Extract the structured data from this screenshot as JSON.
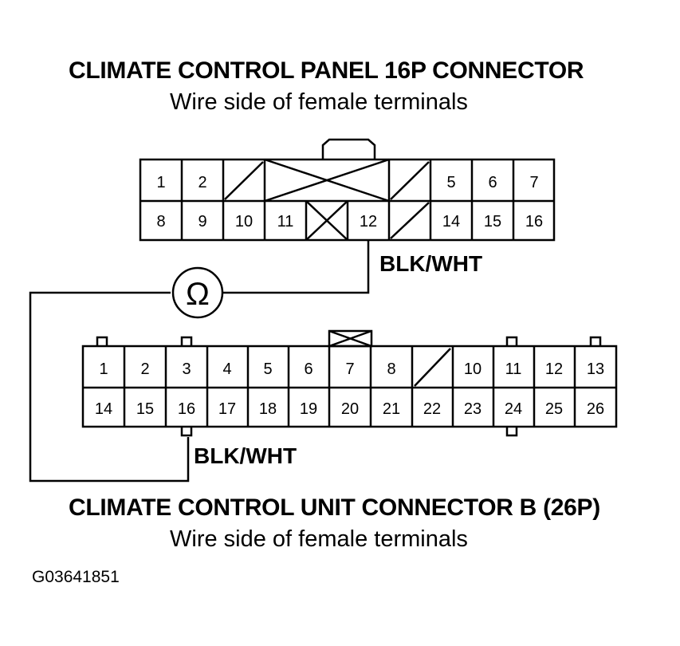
{
  "connector_16p": {
    "title": "CLIMATE CONTROL PANEL 16P CONNECTOR",
    "subtitle": "Wire side of female terminals",
    "row1": [
      "1",
      "2",
      "",
      "",
      "",
      "5",
      "6",
      "7"
    ],
    "row2": [
      "8",
      "9",
      "10",
      "11",
      "",
      "12",
      "",
      "14",
      "15",
      "16"
    ],
    "wire_label": "BLK/WHT"
  },
  "meter": {
    "symbol": "Ω",
    "icon": "ohm-meter-icon"
  },
  "connector_26p": {
    "title": "CLIMATE CONTROL UNIT CONNECTOR B (26P)",
    "subtitle": "Wire side of female terminals",
    "row1": [
      "1",
      "2",
      "3",
      "4",
      "5",
      "6",
      "7",
      "8",
      "",
      "10",
      "11",
      "12",
      "13"
    ],
    "row2": [
      "14",
      "15",
      "16",
      "17",
      "18",
      "19",
      "20",
      "21",
      "22",
      "23",
      "24",
      "25",
      "26"
    ],
    "wire_label": "BLK/WHT"
  },
  "figure_id": "G03641851"
}
